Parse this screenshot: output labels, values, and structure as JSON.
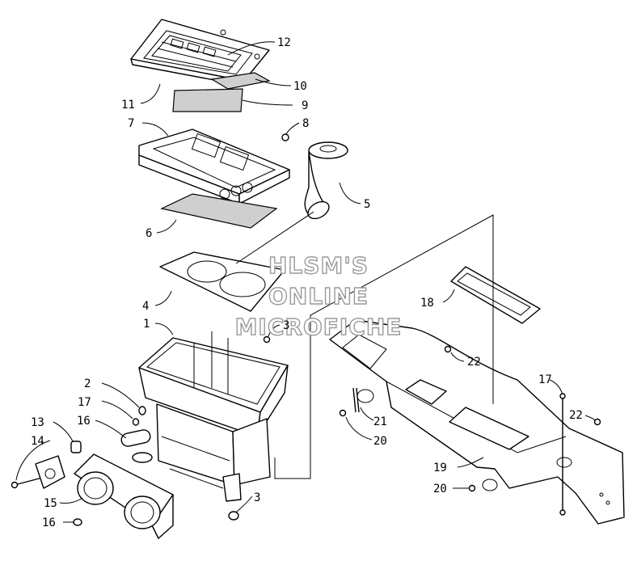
{
  "watermark": {
    "line1": "HLSM'S",
    "line2": "ONLINE",
    "line3": "MICROFICHE"
  },
  "callouts": {
    "c1": "1",
    "c2": "2",
    "c3a": "3",
    "c3b": "3",
    "c4": "4",
    "c5": "5",
    "c6": "6",
    "c7": "7",
    "c8": "8",
    "c9": "9",
    "c10": "10",
    "c11": "11",
    "c12": "12",
    "c13": "13",
    "c14": "14",
    "c15": "15",
    "c16a": "16",
    "c16b": "16",
    "c17a": "17",
    "c17b": "17",
    "c18": "18",
    "c19": "19",
    "c20a": "20",
    "c20b": "20",
    "c21": "21",
    "c22a": "22",
    "c22b": "22"
  },
  "colors": {
    "line": "#000000",
    "foam": "#cfcfcf",
    "watermark_outline": "#9a9a9a"
  }
}
